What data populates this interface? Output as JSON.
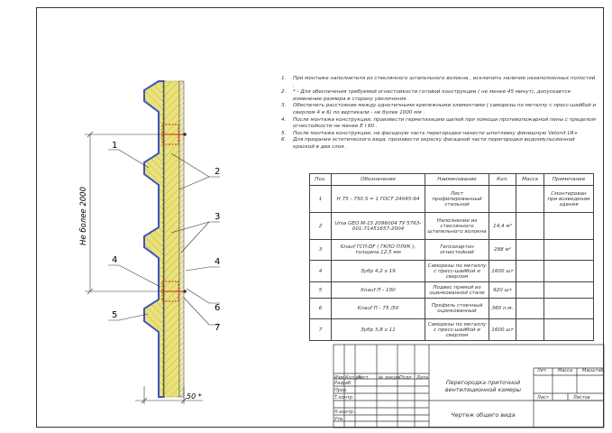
{
  "notes": [
    {
      "num": "1.",
      "text": "При монтаже наполнителя из стеклянного штапельного волокна , исключить наличие незаполненных полостей ."
    },
    {
      "num": "2.",
      "text": "* - Для обеспечения требуемой огнестойкости готовой конструкции ( не менее 45 минут), допускается изменение размера в сторону увеличения ."
    },
    {
      "num": "3.",
      "text": "Обеспечить расстояние между однотипными крепежными элементами ( саморезы по металлу с пресс-шайбой и сверлом 4 и 6) по вертикали - не более 1000 мм ."
    },
    {
      "num": "4.",
      "text": "После монтажа конструкции, произвести герметизацию щелей при помощи противопожарной пены с пределом огнестойкости не менее E I 60 ."
    },
    {
      "num": "5.",
      "text": "После монтажа конструкции, на фасадную часть перегородки нанести шпатлевку финишную Vetonit LR+"
    },
    {
      "num": "6.",
      "text": "Для придания эстетического вида, произвести окраску фасадной части перегородки водоэмульсионной краской в два слоя ."
    }
  ],
  "spec": {
    "headers": [
      "Поз.",
      "Обозначение",
      "Наименование",
      "Кол.",
      "Масса",
      "Примечание"
    ],
    "rows": [
      [
        "1",
        "Н 75 - 750 S = 1 ГОСТ 24045-94",
        "Лист профилированный стальной",
        "",
        "",
        "Смонтирован при возведении здания"
      ],
      [
        "2",
        "Ursa GEO M-15 2096004 ТУ 5763-001-71451657-2004",
        "Наполнение из стеклянного штапельного волокна",
        "14,4 м³",
        "",
        ""
      ],
      [
        "3",
        "Knauf ГСП-DF ( ГКЛО ПЛУК ), толщина 12,5 мм",
        "Гипсокартон огнестойкий",
        "288 м²",
        "",
        ""
      ],
      [
        "4",
        "Зубр 4,2 х 19",
        "Саморезы по металлу с пресс-шайбой и сверлом",
        "1600 шт",
        "",
        ""
      ],
      [
        "5",
        "Knauf П - 100",
        "Подвес прямой из оцинкованной стали",
        "920 шт",
        "",
        ""
      ],
      [
        "6",
        "Knauf П - 75 /50",
        "Профиль стоечный оцинкованный",
        "360 п.м.",
        "",
        ""
      ],
      [
        "7",
        "Зубр 3,8 х 11",
        "Саморезы по металлу с пресс-шайбой и сверлом",
        "1600 шт",
        "",
        ""
      ]
    ]
  },
  "drawing": {
    "dim_height": "Не более 2000",
    "dim_width": "50 *",
    "callouts_left": [
      "1",
      "4",
      "5"
    ],
    "callouts_right": [
      "2",
      "3",
      "4",
      "6",
      "7"
    ]
  },
  "title_block": {
    "labels": [
      "Изм.",
      "Кол.уч",
      "Лист",
      "№ докум.",
      "Подп.",
      "Дата"
    ],
    "roles": [
      "Разраб.",
      "Пров.",
      "Т.контр.",
      "Н.контр.",
      "Утв."
    ],
    "title": "Перегородка приточной вентиляционной камеры",
    "subtitle": "Чертеж общего вида",
    "lit": "Лит.",
    "mass": "Масса",
    "scale": "Масштаб",
    "sheet": "Лист",
    "sheets": "Листов"
  },
  "colors": {
    "insulation": "#e9e27a",
    "gypsum": "#f2ecae",
    "profile": "#3c54c4",
    "stud": "#555555",
    "fastener": "#cc2020"
  }
}
